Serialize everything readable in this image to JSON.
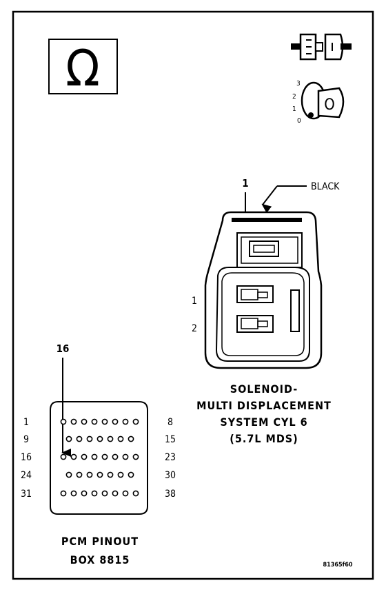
{
  "figure_id": "81365f60",
  "icons": {
    "ohm_symbol": "Ω",
    "connector_icon": "connector-disconnect-icon",
    "ignition_key_icon": "ignition-key-icon",
    "ignition_positions": [
      "3",
      "2",
      "1",
      "0"
    ],
    "key_letter": "O"
  },
  "solenoid_connector": {
    "pointer_label": "1",
    "color_label": "BLACK",
    "pin_labels": [
      "1",
      "2"
    ],
    "title_lines": [
      "SOLENOID-",
      "MULTI DISPLACEMENT",
      "SYSTEM CYL 6",
      "(5.7L MDS)"
    ]
  },
  "pcm_connector": {
    "pointer_label": "16",
    "rows": [
      {
        "left": "1",
        "right": "8",
        "holes": 8
      },
      {
        "left": "9",
        "right": "15",
        "holes": 7
      },
      {
        "left": "16",
        "right": "23",
        "holes": 8
      },
      {
        "left": "24",
        "right": "30",
        "holes": 7
      },
      {
        "left": "31",
        "right": "38",
        "holes": 8
      }
    ],
    "highlighted_pin": "16",
    "title_lines": [
      "PCM PINOUT",
      "BOX 8815"
    ]
  }
}
